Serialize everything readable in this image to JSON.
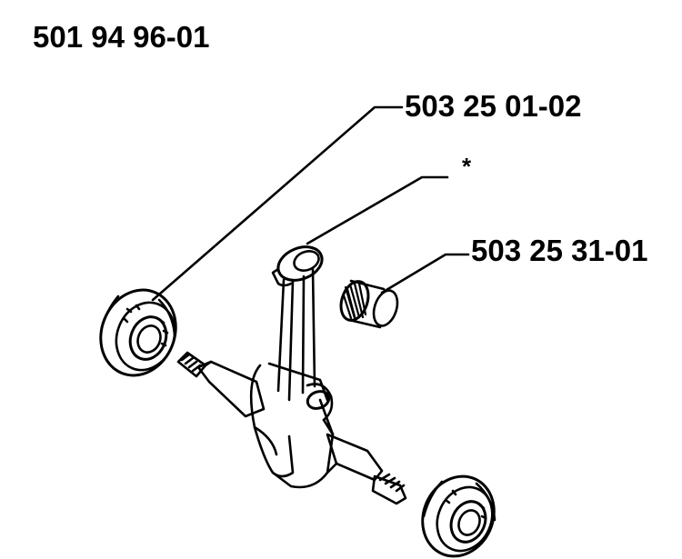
{
  "assembly": {
    "part_number": "501 94 96-01"
  },
  "callouts": {
    "bearing": "503 25 01-02",
    "connecting_rod": "*",
    "needle_bearing": "503 25 31-01"
  },
  "colors": {
    "ink": "#000000",
    "paper": "#ffffff"
  }
}
